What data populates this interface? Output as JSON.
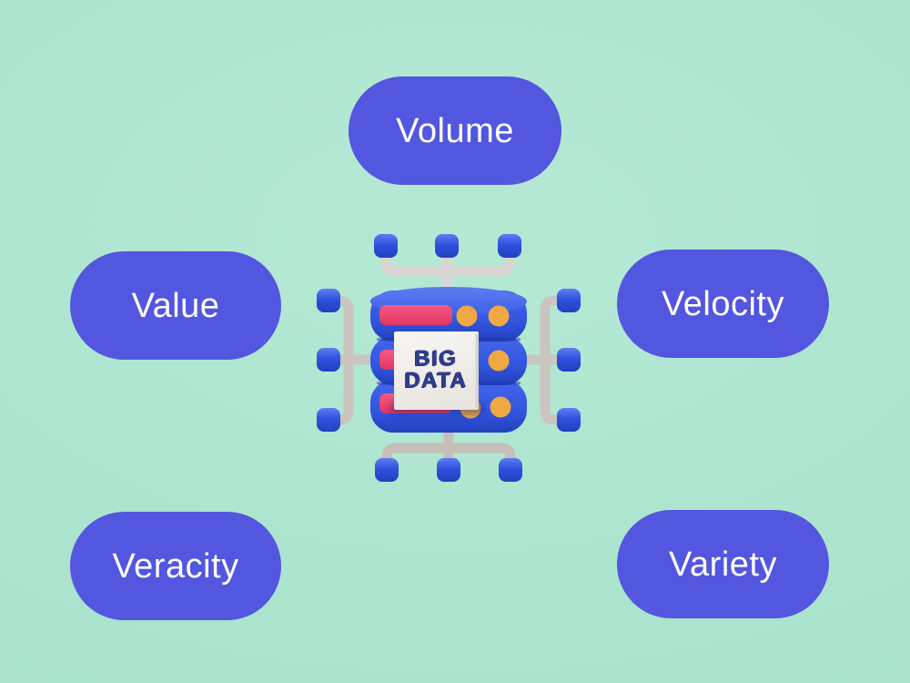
{
  "title": "Big Data 5 Vs diagram",
  "background_color": "#ace4cf",
  "pill_color": "#5356df",
  "pill_text_color": "#ffffff",
  "pills": [
    {
      "id": "volume",
      "label": "Volume"
    },
    {
      "id": "value",
      "label": "Value"
    },
    {
      "id": "velocity",
      "label": "Velocity"
    },
    {
      "id": "veracity",
      "label": "Veracity"
    },
    {
      "id": "variety",
      "label": "Variety"
    }
  ],
  "center_icon": {
    "name": "big-data-server-3d-icon",
    "card_line1": "BIG",
    "card_line2": "DATA",
    "colors": {
      "server_blue": "#3558e4",
      "node_blue": "#2f4fd9",
      "accent_pink": "#ee4571",
      "accent_orange": "#f0a843",
      "pipe_gray": "#ccc6c1",
      "card_white": "#f4f2ef",
      "card_text_navy": "#2f3e92"
    }
  }
}
